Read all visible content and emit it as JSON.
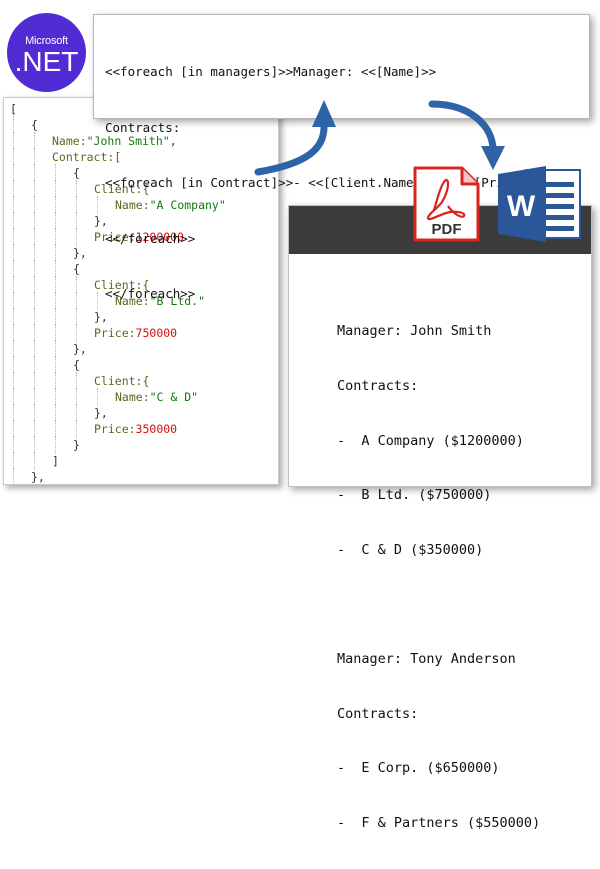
{
  "logo": {
    "company": "Microsoft",
    "product": ".NET",
    "color": "#512bd4"
  },
  "template": {
    "lines": [
      "<<foreach [in managers]>>Manager: <<[Name]>>",
      "Contracts:",
      "<<foreach [in Contract]>>- <<[Client.Name]>> ($<<[Price]>>)",
      "<</foreach>>",
      "<</foreach>>"
    ]
  },
  "json_source": {
    "lines": [
      {
        "indent": 0,
        "parts": [
          {
            "t": "p",
            "v": "["
          }
        ]
      },
      {
        "indent": 1,
        "parts": [
          {
            "t": "p",
            "v": "{"
          }
        ]
      },
      {
        "indent": 2,
        "parts": [
          {
            "t": "k",
            "v": "Name:"
          },
          {
            "t": "s",
            "v": "\"John Smith\""
          },
          {
            "t": "p",
            "v": ","
          }
        ]
      },
      {
        "indent": 2,
        "parts": [
          {
            "t": "k",
            "v": "Contract:["
          }
        ]
      },
      {
        "indent": 3,
        "parts": [
          {
            "t": "p",
            "v": "{"
          }
        ]
      },
      {
        "indent": 4,
        "parts": [
          {
            "t": "k",
            "v": "Client:{"
          }
        ]
      },
      {
        "indent": 5,
        "parts": [
          {
            "t": "k",
            "v": "Name:"
          },
          {
            "t": "s",
            "v": "\"A Company\""
          }
        ]
      },
      {
        "indent": 4,
        "parts": [
          {
            "t": "p",
            "v": "},"
          }
        ]
      },
      {
        "indent": 4,
        "parts": [
          {
            "t": "k",
            "v": "Price:"
          },
          {
            "t": "n",
            "v": "1200000"
          }
        ]
      },
      {
        "indent": 3,
        "parts": [
          {
            "t": "p",
            "v": "},"
          }
        ]
      },
      {
        "indent": 3,
        "parts": [
          {
            "t": "p",
            "v": "{"
          }
        ]
      },
      {
        "indent": 4,
        "parts": [
          {
            "t": "k",
            "v": "Client:{"
          }
        ]
      },
      {
        "indent": 5,
        "parts": [
          {
            "t": "k",
            "v": "Name:"
          },
          {
            "t": "s",
            "v": "\"B Ltd.\""
          }
        ]
      },
      {
        "indent": 4,
        "parts": [
          {
            "t": "p",
            "v": "},"
          }
        ]
      },
      {
        "indent": 4,
        "parts": [
          {
            "t": "k",
            "v": "Price:"
          },
          {
            "t": "n",
            "v": "750000"
          }
        ]
      },
      {
        "indent": 3,
        "parts": [
          {
            "t": "p",
            "v": "},"
          }
        ]
      },
      {
        "indent": 3,
        "parts": [
          {
            "t": "p",
            "v": "{"
          }
        ]
      },
      {
        "indent": 4,
        "parts": [
          {
            "t": "k",
            "v": "Client:{"
          }
        ]
      },
      {
        "indent": 5,
        "parts": [
          {
            "t": "k",
            "v": "Name:"
          },
          {
            "t": "s",
            "v": "\"C & D\""
          }
        ]
      },
      {
        "indent": 4,
        "parts": [
          {
            "t": "p",
            "v": "},"
          }
        ]
      },
      {
        "indent": 4,
        "parts": [
          {
            "t": "k",
            "v": "Price:"
          },
          {
            "t": "n",
            "v": "350000"
          }
        ]
      },
      {
        "indent": 3,
        "parts": [
          {
            "t": "p",
            "v": "}"
          }
        ]
      },
      {
        "indent": 2,
        "parts": [
          {
            "t": "p",
            "v": "]"
          }
        ]
      },
      {
        "indent": 1,
        "parts": [
          {
            "t": "p",
            "v": "},"
          }
        ]
      }
    ]
  },
  "icons": {
    "pdf": {
      "label": "PDF",
      "color": "#d9251d"
    },
    "word": {
      "label": "W",
      "color": "#2b579a"
    }
  },
  "output": {
    "lines": [
      "Manager: John Smith",
      "Contracts:",
      "-  A Company ($1200000)",
      "-  B Ltd. ($750000)",
      "-  C & D ($350000)",
      "",
      "Manager: Tony Anderson",
      "Contracts:",
      "-  E Corp. ($650000)",
      "-  F & Partners ($550000)"
    ]
  },
  "colors": {
    "arrow": "#2f63a8",
    "output_bar": "#3c3c3c",
    "key": "#556b1f",
    "string": "#0f7a0f",
    "number": "#d01010"
  }
}
